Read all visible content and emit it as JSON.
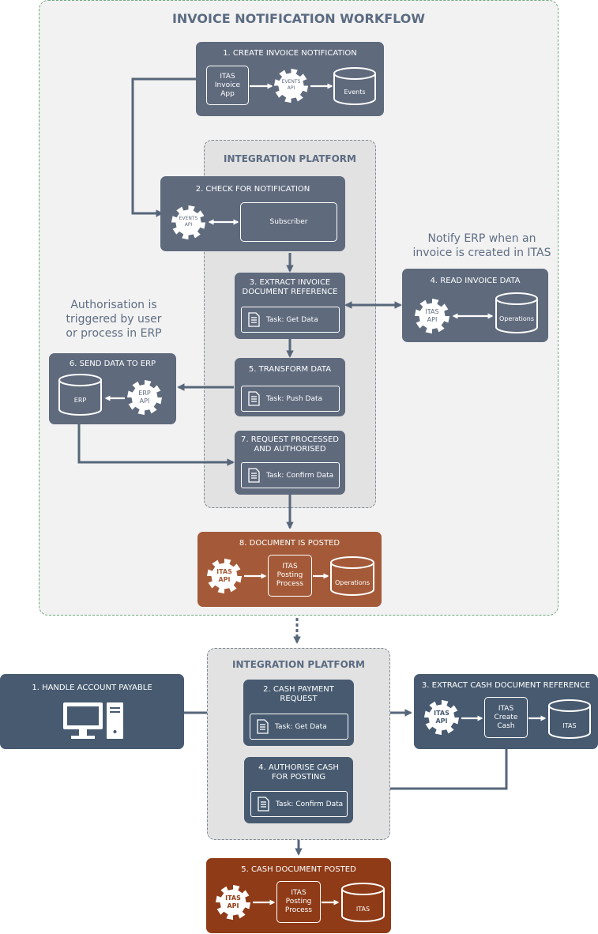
{
  "workflow": {
    "title": "INVOICE NOTIFICATION WORKFLOW",
    "platform_title": "INTEGRATION PLATFORM",
    "note_erp": "Notify ERP when an\ninvoice is created in ITAS",
    "note_auth": "Authorisation is\ntriggered by user\nor process in ERP",
    "create": {
      "title": "1. CREATE INVOICE NOTIFICATION",
      "app": "ITAS\nInvoice\nApp",
      "gear": "EVENTS\nAPI",
      "db": "Events"
    },
    "check": {
      "title": "2. CHECK FOR NOTIFICATION",
      "gear": "EVENTS\nAPI",
      "subscriber": "Subscriber"
    },
    "extract": {
      "title": "3. EXTRACT INVOICE\nDOCUMENT REFERENCE",
      "task": "Task: Get Data"
    },
    "read": {
      "title": "4. READ INVOICE DATA",
      "gear": "ITAS\nAPI",
      "db": "Operations"
    },
    "transform": {
      "title": "5. TRANSFORM DATA",
      "task": "Task: Push Data"
    },
    "send": {
      "title": "6. SEND DATA TO ERP",
      "db": "ERP",
      "gear": "ERP\nAPI"
    },
    "request": {
      "title": "7. REQUEST PROCESSED\nAND AUTHORISED",
      "task": "Task: Confirm Data"
    },
    "posted": {
      "title": "8. DOCUMENT IS POSTED",
      "gear": "ITAS\nAPI",
      "process": "ITAS\nPosting\nProcess",
      "db": "Operations"
    }
  },
  "cash": {
    "platform_title": "INTEGRATION PLATFORM",
    "handle": {
      "title": "1. HANDLE ACCOUNT PAYABLE"
    },
    "payment": {
      "title": "2. CASH PAYMENT\nREQUEST",
      "task": "Task: Get Data"
    },
    "extract": {
      "title": "3. EXTRACT CASH DOCUMENT REFERENCE",
      "gear": "ITAS\nAPI",
      "process": "ITAS\nCreate\nCash",
      "db": "ITAS"
    },
    "authorise": {
      "title": "4. AUTHORISE CASH\nFOR POSTING",
      "task": "Task: Confirm Data"
    },
    "posted": {
      "title": "5. CASH DOCUMENT POSTED",
      "gear": "ITAS\nAPI",
      "process": "ITAS\nPosting\nProcess",
      "db": "ITAS"
    }
  },
  "colors": {
    "box_gray": "#5f6a7d",
    "box_dark": "#475a70",
    "box_orange": "#a45a38",
    "box_rust": "#8f3b17",
    "connector": "#56667a",
    "note_text": "#5f6e84",
    "frame_border": "#6aaa78"
  }
}
